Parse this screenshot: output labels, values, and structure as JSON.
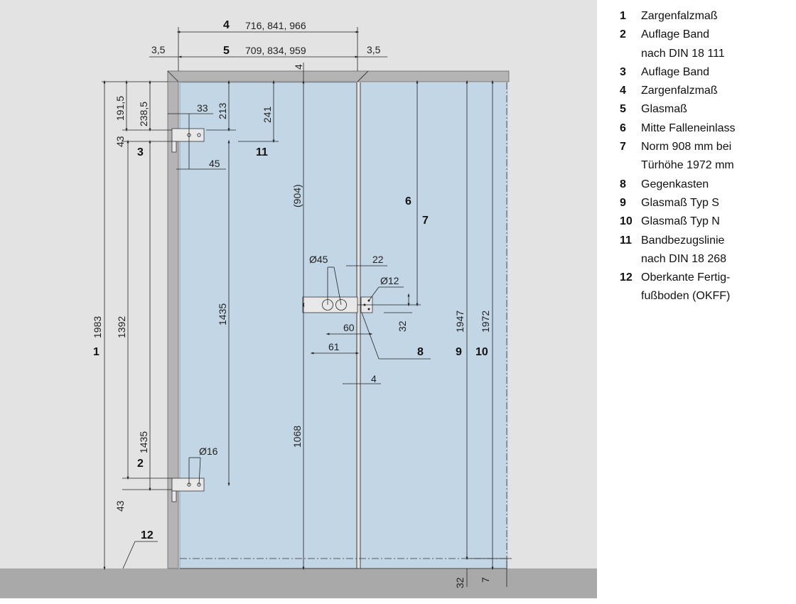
{
  "dimensions": {
    "d4_widths": "716, 841, 966",
    "d5_widths": "709, 834, 959",
    "gap_left": "3,5",
    "gap_right": "3,5",
    "top_offset": "4",
    "d191_5": "191,5",
    "d238_5": "238,5",
    "d33": "33",
    "d213": "213",
    "d241": "241",
    "d43_top": "43",
    "d45": "45",
    "d904": "(904)",
    "d1983": "1983",
    "d1392": "1392",
    "d1435_left": "1435",
    "d1435_mid": "1435",
    "d1068": "1068",
    "d45_dia": "Ø45",
    "d22": "22",
    "d12_dia": "Ø12",
    "d32_mid": "32",
    "d60": "60",
    "d61": "61",
    "d4_gap": "4",
    "d16_dia": "Ø16",
    "d43_bottom": "43",
    "d1947": "1947",
    "d1972": "1972",
    "d32_bottom": "32",
    "d7_bottom": "7"
  },
  "callouts": {
    "c1": "1",
    "c2": "2",
    "c3": "3",
    "c4": "4",
    "c5": "5",
    "c6": "6",
    "c7": "7",
    "c8": "8",
    "c9": "9",
    "c10": "10",
    "c11": "11",
    "c12": "12"
  },
  "legend": [
    {
      "num": "1",
      "text": "Zargenfalzmaß"
    },
    {
      "num": "2",
      "text": "Auflage Band\nnach DIN 18 111"
    },
    {
      "num": "3",
      "text": "Auflage Band"
    },
    {
      "num": "4",
      "text": "Zargenfalzmaß"
    },
    {
      "num": "5",
      "text": "Glasmaß"
    },
    {
      "num": "6",
      "text": "Mitte Falleneinlass"
    },
    {
      "num": "7",
      "text": "Norm 908 mm bei\nTürhöhe 1972 mm"
    },
    {
      "num": "8",
      "text": "Gegenkasten"
    },
    {
      "num": "9",
      "text": "Glasmaß Typ S"
    },
    {
      "num": "10",
      "text": "Glasmaß Typ N"
    },
    {
      "num": "11",
      "text": "Bandbezugslinie\nnach DIN 18 268"
    },
    {
      "num": "12",
      "text": "Oberkante Fertig-\nfußboden (OKFF)"
    }
  ],
  "colors": {
    "wall": "#e3e3e3",
    "floor": "#a9a9a9",
    "glass": "#c3d6e5",
    "frame": "#b4b4b4"
  }
}
